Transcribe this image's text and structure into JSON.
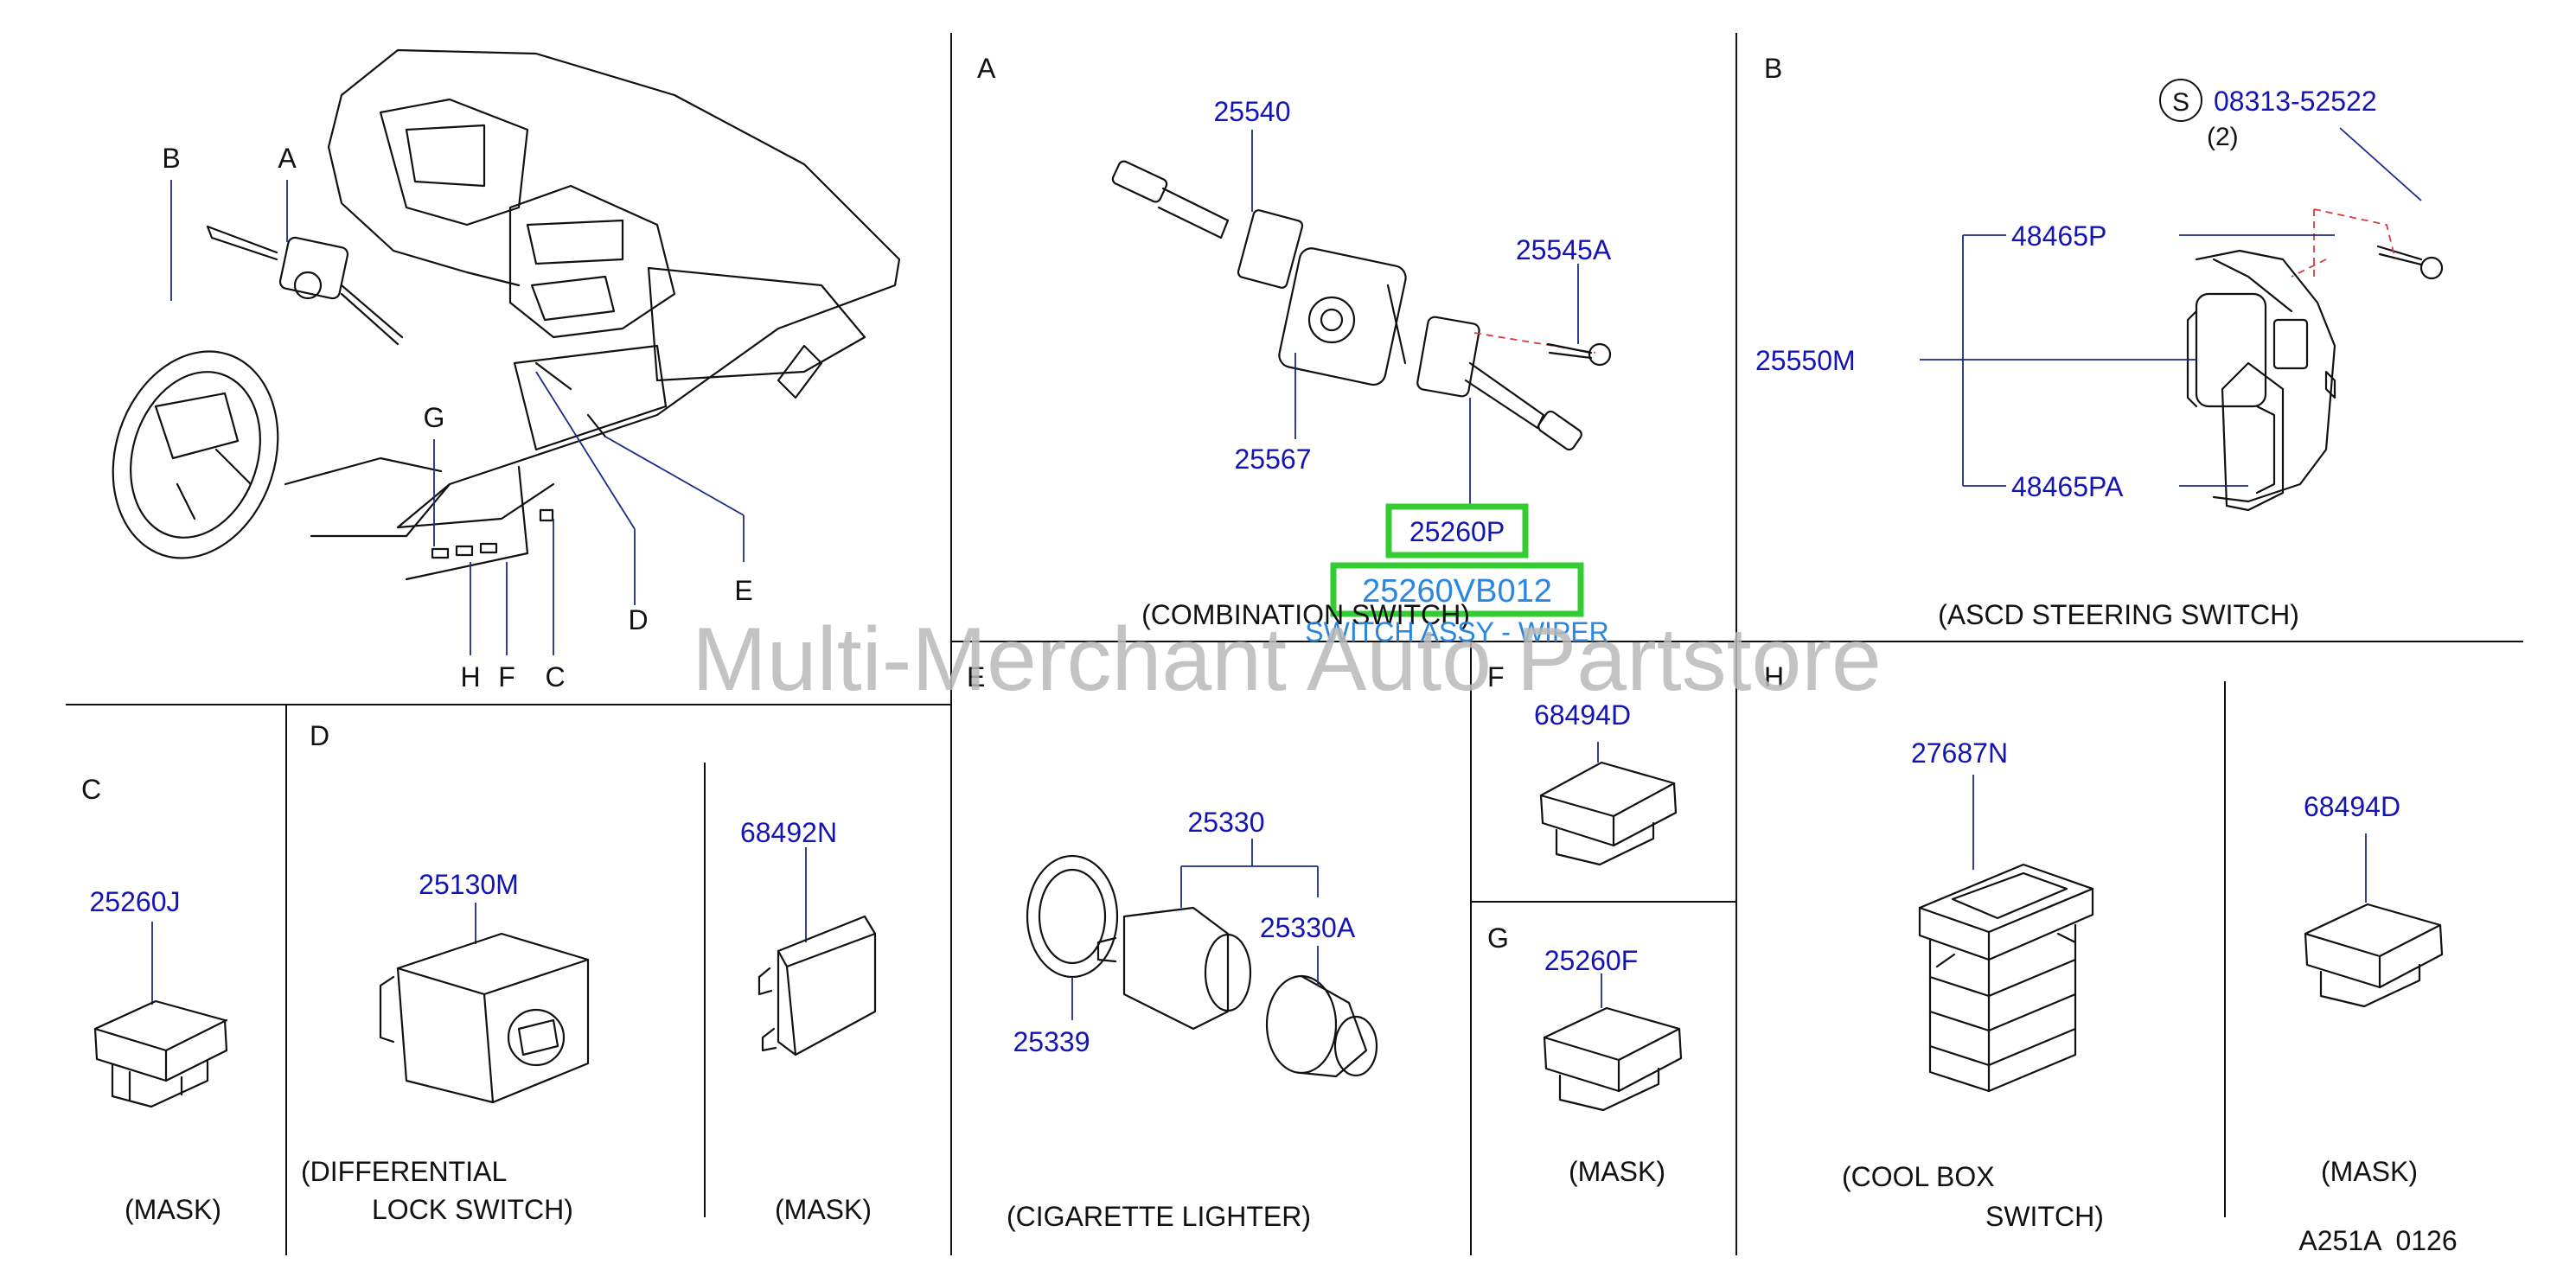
{
  "colors": {
    "part_number": "#1414b4",
    "letter": "#111111",
    "highlight_box": "#33cc33",
    "highlight_text": "#2a86e0",
    "watermark": "#b8b8b8",
    "dashed_lead": "#d63c3c"
  },
  "watermark": "Multi-Merchant Auto Partstore",
  "diagram_code": "A251A  0126",
  "overview": {
    "letters": [
      "B",
      "A",
      "G",
      "E",
      "D",
      "H",
      "F",
      "C"
    ]
  },
  "panels": {
    "A": {
      "letter": "A",
      "parts": [
        "25540",
        "25545A",
        "25567",
        "25260P"
      ],
      "caption": "(COMBINATION  SWITCH)",
      "highlight": {
        "part": "25260VB012",
        "description": "SWITCH ASSY - WIPER"
      }
    },
    "B": {
      "letter": "B",
      "symbol": "S",
      "bolt": "08313-52522",
      "qty": "(2)",
      "parts": [
        "48465P",
        "25550M",
        "48465PA"
      ],
      "caption": "(ASCD   STEERING   SWITCH)"
    },
    "C": {
      "letter": "C",
      "parts": [
        "25260J"
      ],
      "caption": "(MASK)"
    },
    "D": {
      "letter": "D",
      "parts": [
        "25130M",
        "68492N"
      ],
      "caption_line1": "(DIFFERENTIAL",
      "caption_line2": "LOCK   SWITCH)",
      "caption_mask": "(MASK)"
    },
    "E": {
      "letter": "E",
      "parts": [
        "25330",
        "25330A",
        "25339"
      ],
      "caption": "(CIGARETTE   LIGHTER)"
    },
    "F": {
      "letter": "F",
      "parts": [
        "68494D"
      ]
    },
    "G": {
      "letter": "G",
      "parts": [
        "25260F"
      ],
      "caption": "(MASK)"
    },
    "H": {
      "letter": "H",
      "parts": [
        "27687N",
        "68494D"
      ],
      "caption_line1": "(COOL   BOX",
      "caption_line2": "SWITCH)",
      "caption_mask": "(MASK)"
    }
  }
}
